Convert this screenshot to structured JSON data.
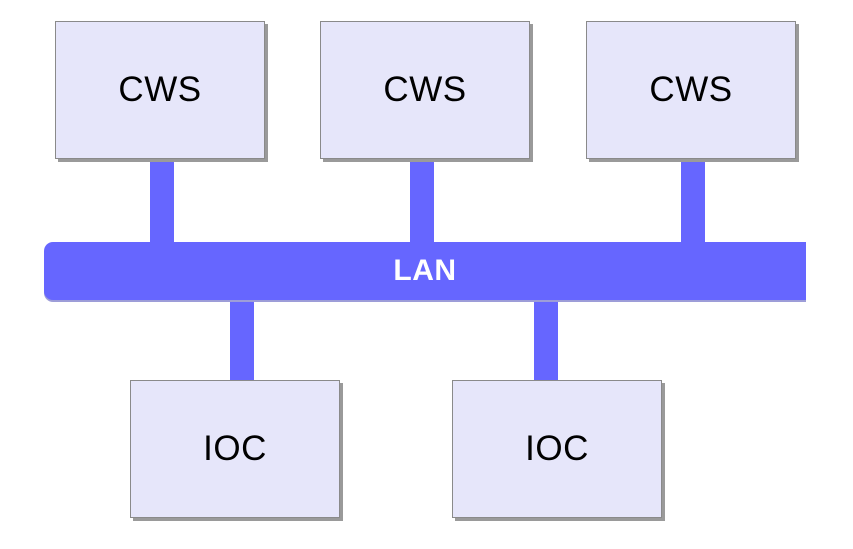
{
  "colors": {
    "node_fill": "#e6e6fa",
    "bus_fill": "#6666ff",
    "connector_fill": "#6666ff"
  },
  "workstations": [
    {
      "label": "CWS"
    },
    {
      "label": "CWS"
    },
    {
      "label": "CWS"
    }
  ],
  "bus": {
    "label": "LAN"
  },
  "controllers": [
    {
      "label": "IOC"
    },
    {
      "label": "IOC"
    }
  ]
}
